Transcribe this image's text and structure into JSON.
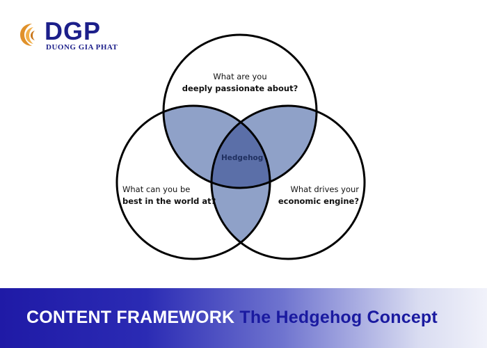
{
  "logo": {
    "brand": "DGP",
    "tagline": "DUONG GIA PHAT"
  },
  "diagram": {
    "top_circle": {
      "line1": "What are you",
      "line2": "deeply passionate about?"
    },
    "left_circle": {
      "line1": "What can you be",
      "line2": "best in the world at?"
    },
    "right_circle": {
      "line1": "What drives your",
      "line2": "economic engine?"
    },
    "center_label": "Hedgehog",
    "colors": {
      "pair_overlap": "#8fa1c8",
      "triple_overlap": "#5b6fa8",
      "outline": "#000000"
    }
  },
  "banner": {
    "part1": "CONTENT FRAMEWORK",
    "part2": "The Hedgehog Concept"
  }
}
